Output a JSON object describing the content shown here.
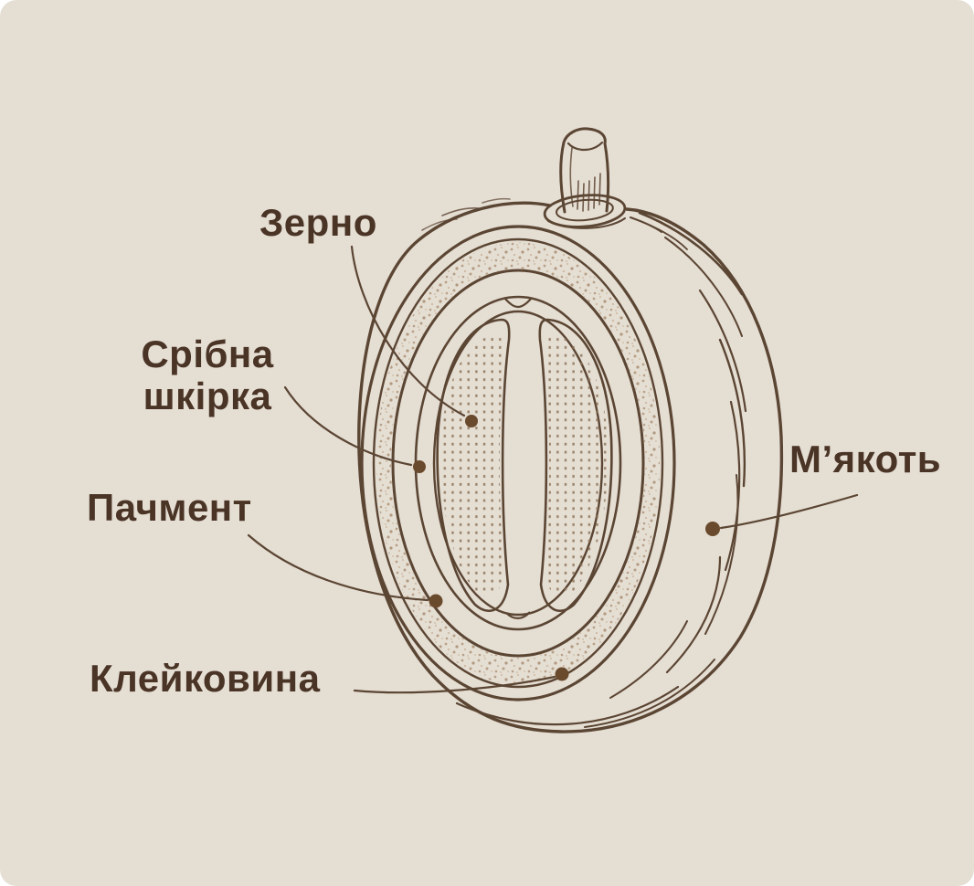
{
  "diagram": {
    "title_implicit": "Coffee cherry cross-section",
    "labels": {
      "bean": {
        "text": "Зерно"
      },
      "silver_skin": {
        "text": "Срібна шкірка"
      },
      "parchment": {
        "text": "Пачмент"
      },
      "mucilage": {
        "text": "Клейковина"
      },
      "pulp": {
        "text": "М’якоть"
      }
    },
    "colors": {
      "background": "#e5ded3",
      "ink": "#5b4533",
      "text": "#4a3426",
      "dot": "#6a4a2c",
      "speckle": "#b49a80",
      "bean_dots": "#8d7358"
    }
  }
}
